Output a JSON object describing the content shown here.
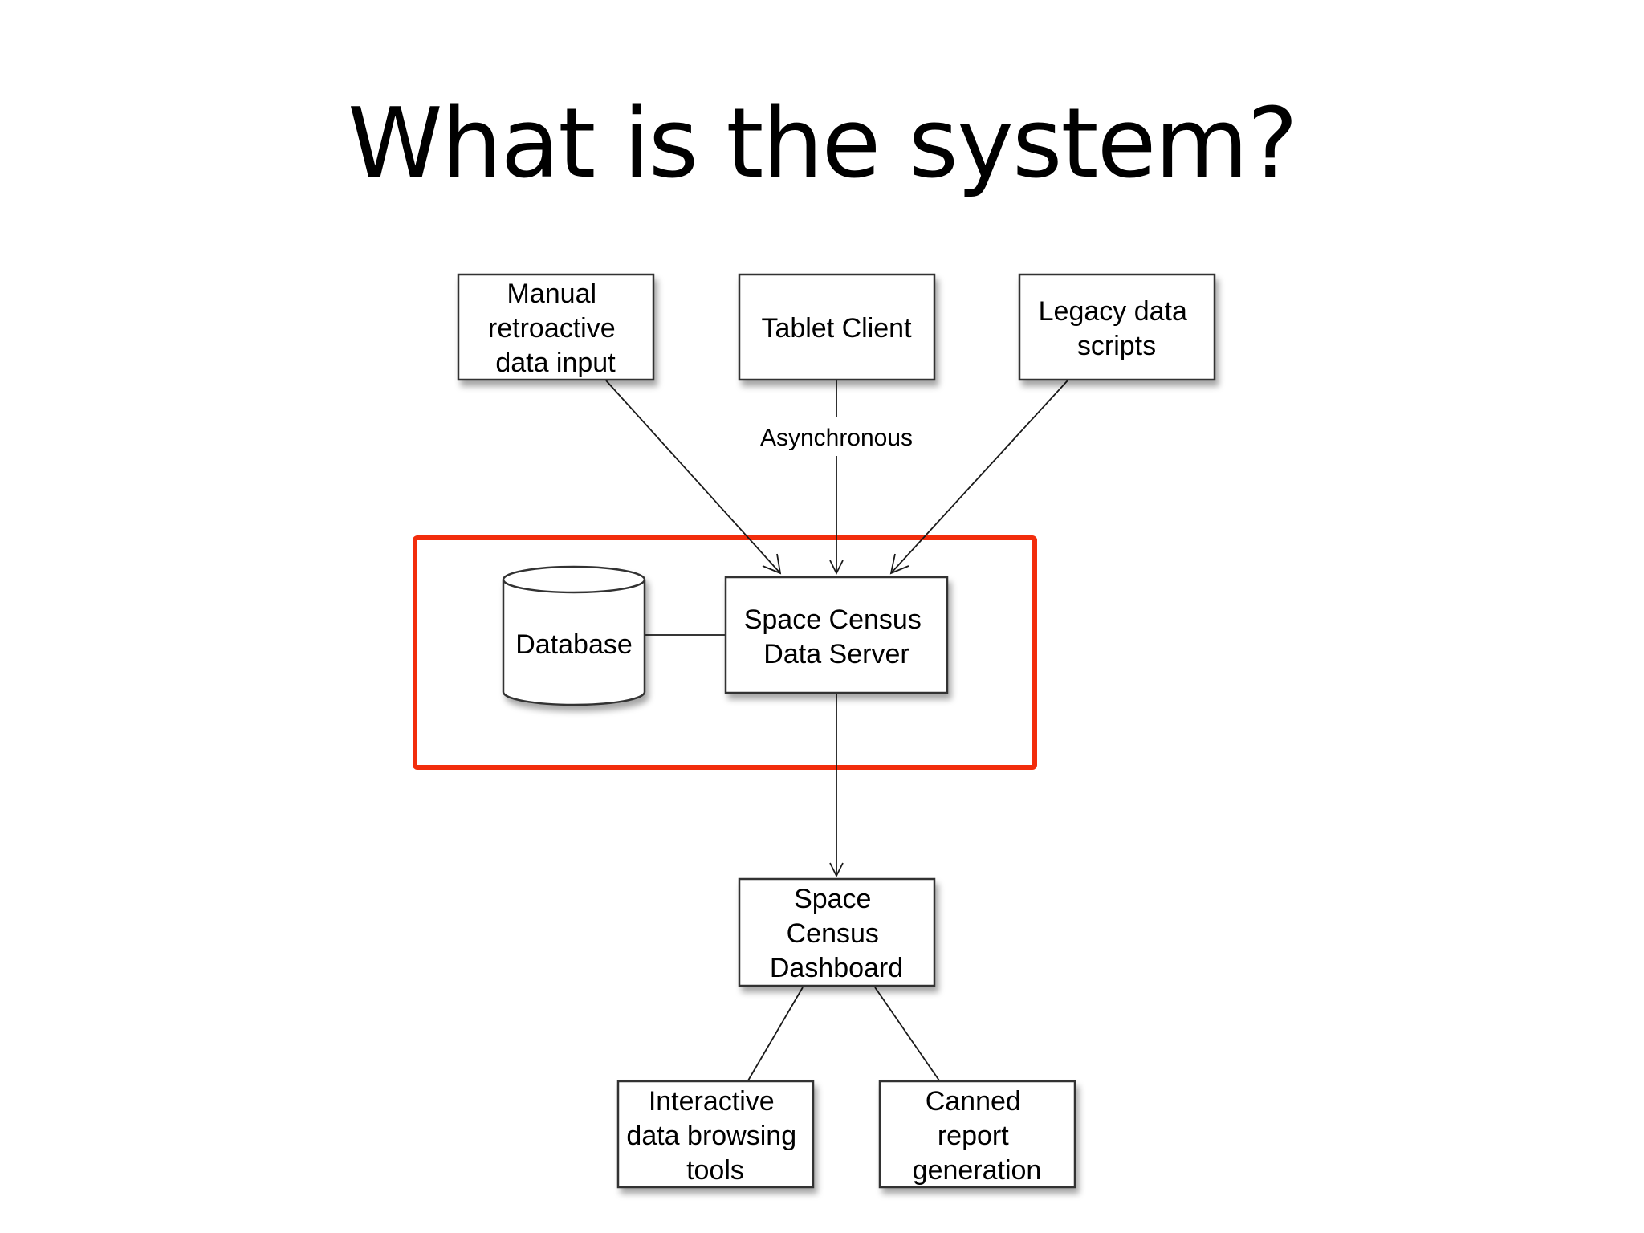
{
  "slide": {
    "title": "What is the system?"
  },
  "diagram": {
    "highlight_color": "#f22d0c",
    "nodes": {
      "manual_input": {
        "lines": [
          "Manual",
          "retroactive",
          "data input"
        ]
      },
      "tablet_client": {
        "lines": [
          "Tablet Client"
        ]
      },
      "legacy_scripts": {
        "lines": [
          "Legacy data",
          "scripts"
        ]
      },
      "database": {
        "lines": [
          "Database"
        ]
      },
      "data_server": {
        "lines": [
          "Space Census",
          "Data Server"
        ]
      },
      "dashboard": {
        "lines": [
          "Space",
          "Census",
          "Dashboard"
        ]
      },
      "browsing_tools": {
        "lines": [
          "Interactive",
          "data browsing",
          "tools"
        ]
      },
      "report_generation": {
        "lines": [
          "Canned",
          "report",
          "generation"
        ]
      }
    },
    "edge_labels": {
      "tablet_to_server": "Asynchronous"
    }
  }
}
